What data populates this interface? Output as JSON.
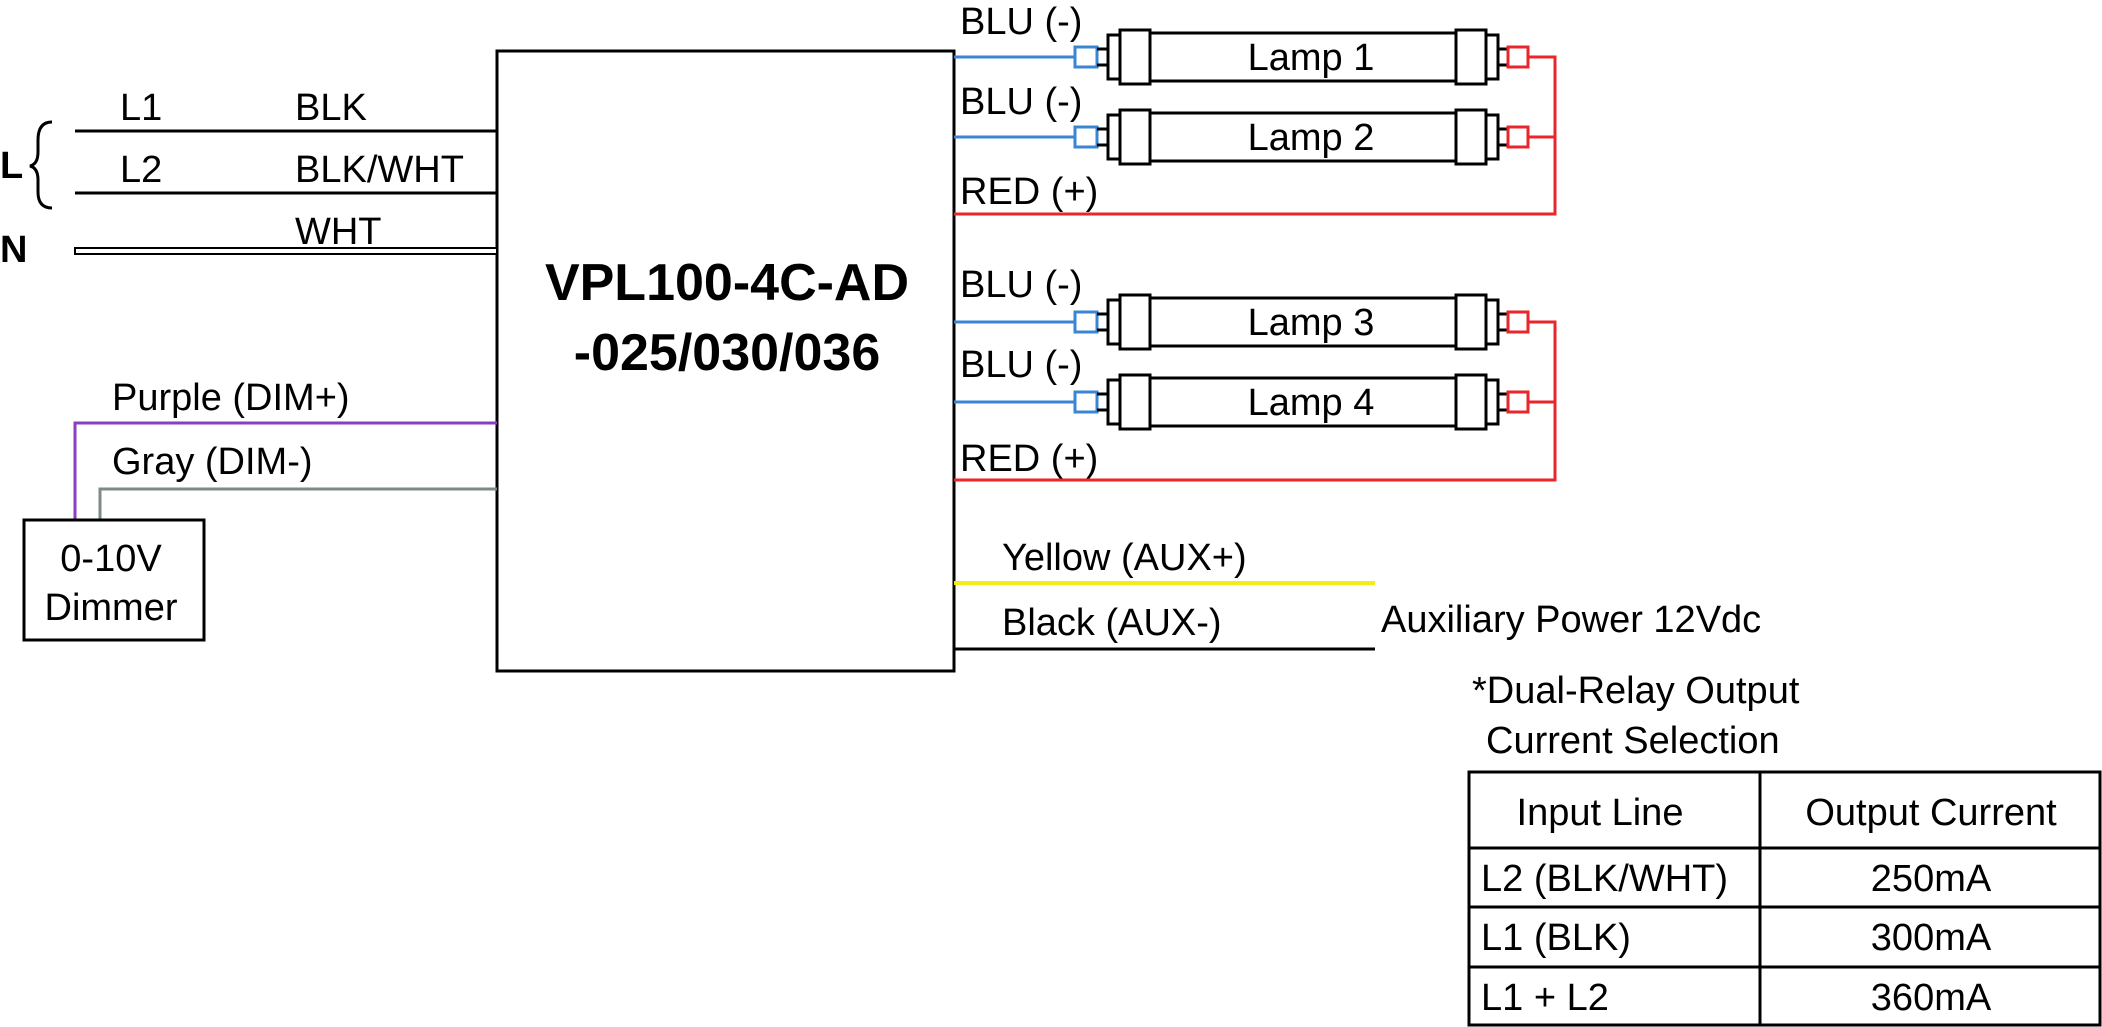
{
  "colors": {
    "blue": "#3a86d4",
    "red": "#e8262b",
    "purple": "#8a3ec0",
    "gray": "#7d8a8a",
    "yellow": "#f2ec1a",
    "black": "#000000"
  },
  "driver": {
    "model_line1": "VPL100-4C-AD",
    "model_line2": "-025/030/036"
  },
  "input": {
    "l_symbol": "L",
    "n_symbol": "N",
    "l1_name": "L1",
    "l1_wire": "BLK",
    "l2_name": "L2",
    "l2_wire": "BLK/WHT",
    "neutral_wire": "WHT"
  },
  "dimming": {
    "purple_label": "Purple (DIM+)",
    "gray_label": "Gray (DIM-)",
    "dimmer_line1": "0-10V",
    "dimmer_line2": "Dimmer"
  },
  "outputs": {
    "blu_label": "BLU (-)",
    "red_label": "RED (+)",
    "lamps": [
      "Lamp 1",
      "Lamp 2",
      "Lamp 3",
      "Lamp 4"
    ]
  },
  "aux": {
    "yellow_label": "Yellow (AUX+)",
    "black_label": "Black (AUX-)",
    "power_label": "Auxiliary Power 12Vdc"
  },
  "relay_table": {
    "title_line1": "*Dual-Relay Output",
    "title_line2": "Current Selection",
    "headers": [
      "Input Line",
      "Output Current"
    ],
    "rows": [
      [
        "L2 (BLK/WHT)",
        "250mA"
      ],
      [
        "L1 (BLK)",
        "300mA"
      ],
      [
        "L1 + L2",
        "360mA"
      ]
    ]
  }
}
